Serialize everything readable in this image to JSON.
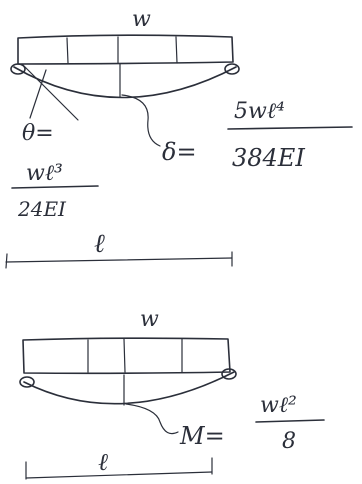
{
  "diagram_top": {
    "load_label": "w",
    "theta_label": "θ=",
    "theta_numerator": "wℓ³",
    "theta_denominator": "24EI",
    "delta_label": "δ=",
    "delta_numerator": "5wℓ⁴",
    "delta_denominator": "384EI",
    "span_label": "ℓ"
  },
  "diagram_bottom": {
    "load_label": "w",
    "moment_label": "M=",
    "moment_numerator": "wℓ²",
    "moment_denominator": "8",
    "span_label": "ℓ"
  }
}
